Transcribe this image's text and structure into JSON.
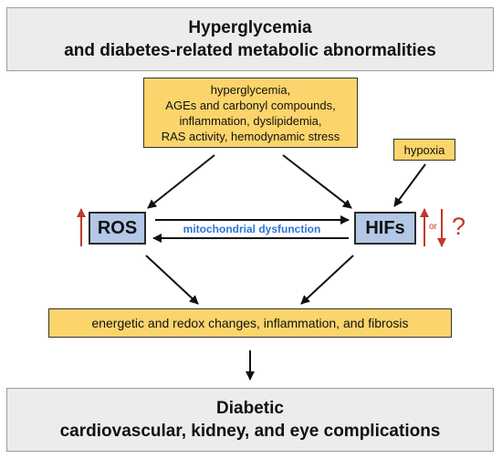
{
  "header": {
    "line1": "Hyperglycemia",
    "line2": "and diabetes-related metabolic abnormalities"
  },
  "factors": {
    "line1": "hyperglycemia,",
    "line2": "AGEs and carbonyl compounds,",
    "line3": "inflammation, dyslipidemia,",
    "line4": "RAS activity, hemodynamic stress"
  },
  "hypoxia": "hypoxia",
  "ros": "ROS",
  "hifs": "HIFs",
  "link": "mitochondrial dysfunction",
  "hifs_change": {
    "or": "or",
    "question": "?"
  },
  "outcomes": "energetic and redox changes, inflammation, and fibrosis",
  "footer": {
    "line1": "Diabetic",
    "line2": "cardiovascular, kidney, and eye complications"
  },
  "colors": {
    "accent_red": "#c0392b",
    "link_blue": "#2e75d6",
    "box_yellow": "#fbd56b",
    "box_blue": "#b3c7e6"
  }
}
